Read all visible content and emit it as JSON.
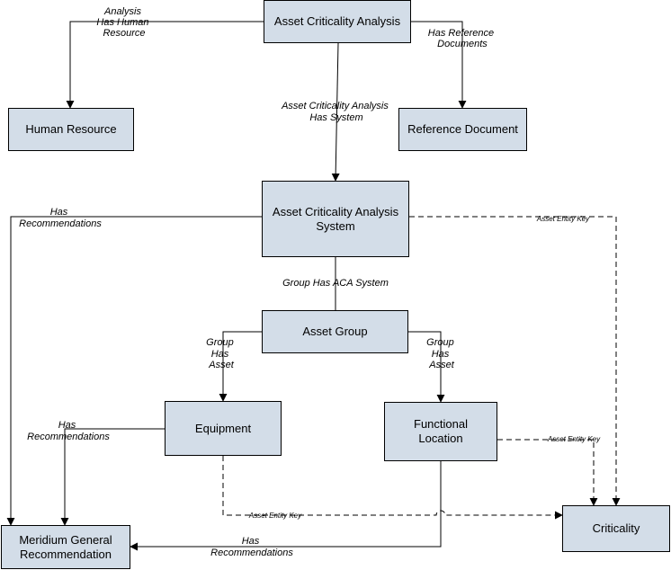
{
  "nodes": {
    "aca": "Asset Criticality Analysis",
    "human_resource": "Human Resource",
    "reference_document": "Reference Document",
    "aca_system": "Asset Criticality Analysis\nSystem",
    "asset_group": "Asset Group",
    "equipment": "Equipment",
    "functional_location": "Functional\nLocation",
    "meridium_recommendation": "Meridium General\nRecommendation",
    "criticality": "Criticality"
  },
  "edges": {
    "analysis_has_human_resource": [
      "Analysis",
      "Has Human",
      "Resource"
    ],
    "has_reference_documents": [
      "Has Reference",
      "Documents"
    ],
    "aca_has_system": [
      "Asset Criticality Analysis",
      "Has System"
    ],
    "system_has_recommendations": [
      "Has",
      "Recommendations"
    ],
    "system_asset_entity_key": "Asset Entity Key",
    "group_has_aca_system": "Group Has ACA System",
    "group_has_asset_equipment": [
      "Group",
      "Has",
      "Asset"
    ],
    "group_has_asset_location": [
      "Group",
      "Has",
      "Asset"
    ],
    "equipment_has_recommendations": [
      "Has",
      "Recommendations"
    ],
    "location_asset_entity_key": "Asset Entity Key",
    "equipment_asset_entity_key": "Asset Entity Key",
    "location_has_recommendations": [
      "Has",
      "Recommendations"
    ]
  },
  "colors": {
    "node_fill": "#d3dde8",
    "line": "#000000"
  }
}
